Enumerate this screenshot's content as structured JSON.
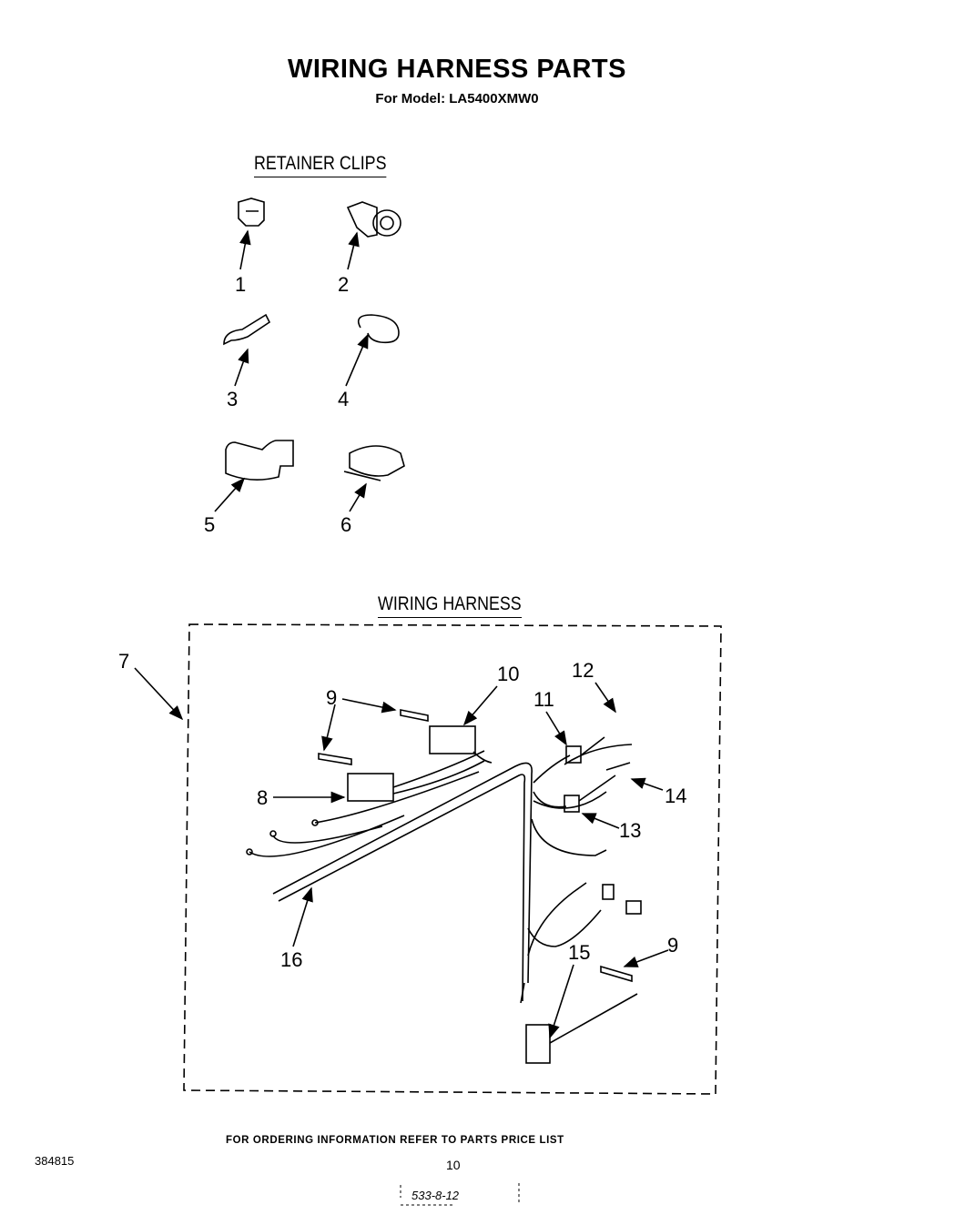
{
  "title": "WIRING HARNESS PARTS",
  "subtitle": "For Model: LA5400XMW0",
  "sections": {
    "retainer_clips": "RETAINER CLIPS",
    "wiring_harness": "WIRING HARNESS"
  },
  "callouts": [
    "1",
    "2",
    "3",
    "4",
    "5",
    "6",
    "7",
    "8",
    "9",
    "10",
    "11",
    "12",
    "13",
    "14",
    "15",
    "16"
  ],
  "footer": {
    "ordering_note": "FOR ORDERING INFORMATION REFER TO PARTS PRICE LIST",
    "document_number": "384815",
    "page_number": "10",
    "stamp": "533-8-12"
  }
}
